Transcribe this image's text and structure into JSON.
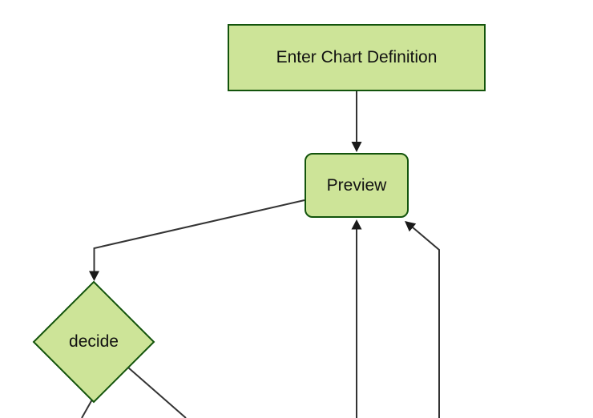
{
  "diagram": {
    "type": "flowchart",
    "orientation": "top-down",
    "nodes": [
      {
        "id": "enter-chart-definition",
        "label": "Enter Chart Definition",
        "shape": "rectangle"
      },
      {
        "id": "preview",
        "label": "Preview",
        "shape": "rounded-rectangle"
      },
      {
        "id": "decide",
        "label": "decide",
        "shape": "diamond"
      }
    ],
    "edges": [
      {
        "from": "enter-chart-definition",
        "to": "preview",
        "arrowhead": "into-preview-top"
      },
      {
        "from": "preview",
        "to": "decide",
        "arrowhead": "into-decide-top"
      },
      {
        "from": "offscreen-bottom",
        "to": "preview",
        "arrowhead": "into-preview-bottom"
      },
      {
        "from": "offscreen-bottom-right",
        "to": "preview",
        "arrowhead": "into-preview-bottom-right-corner"
      },
      {
        "from": "decide",
        "to": "offscreen-bottom-left",
        "arrowhead": "none-visible"
      },
      {
        "from": "decide",
        "to": "offscreen-bottom-right",
        "arrowhead": "none-visible"
      }
    ],
    "colors": {
      "node_fill": "#cde498",
      "node_border": "#13540c",
      "edge_line": "#333333",
      "arrowhead": "#1a1a1a",
      "label_text": "#111111",
      "background": "#ffffff"
    }
  }
}
